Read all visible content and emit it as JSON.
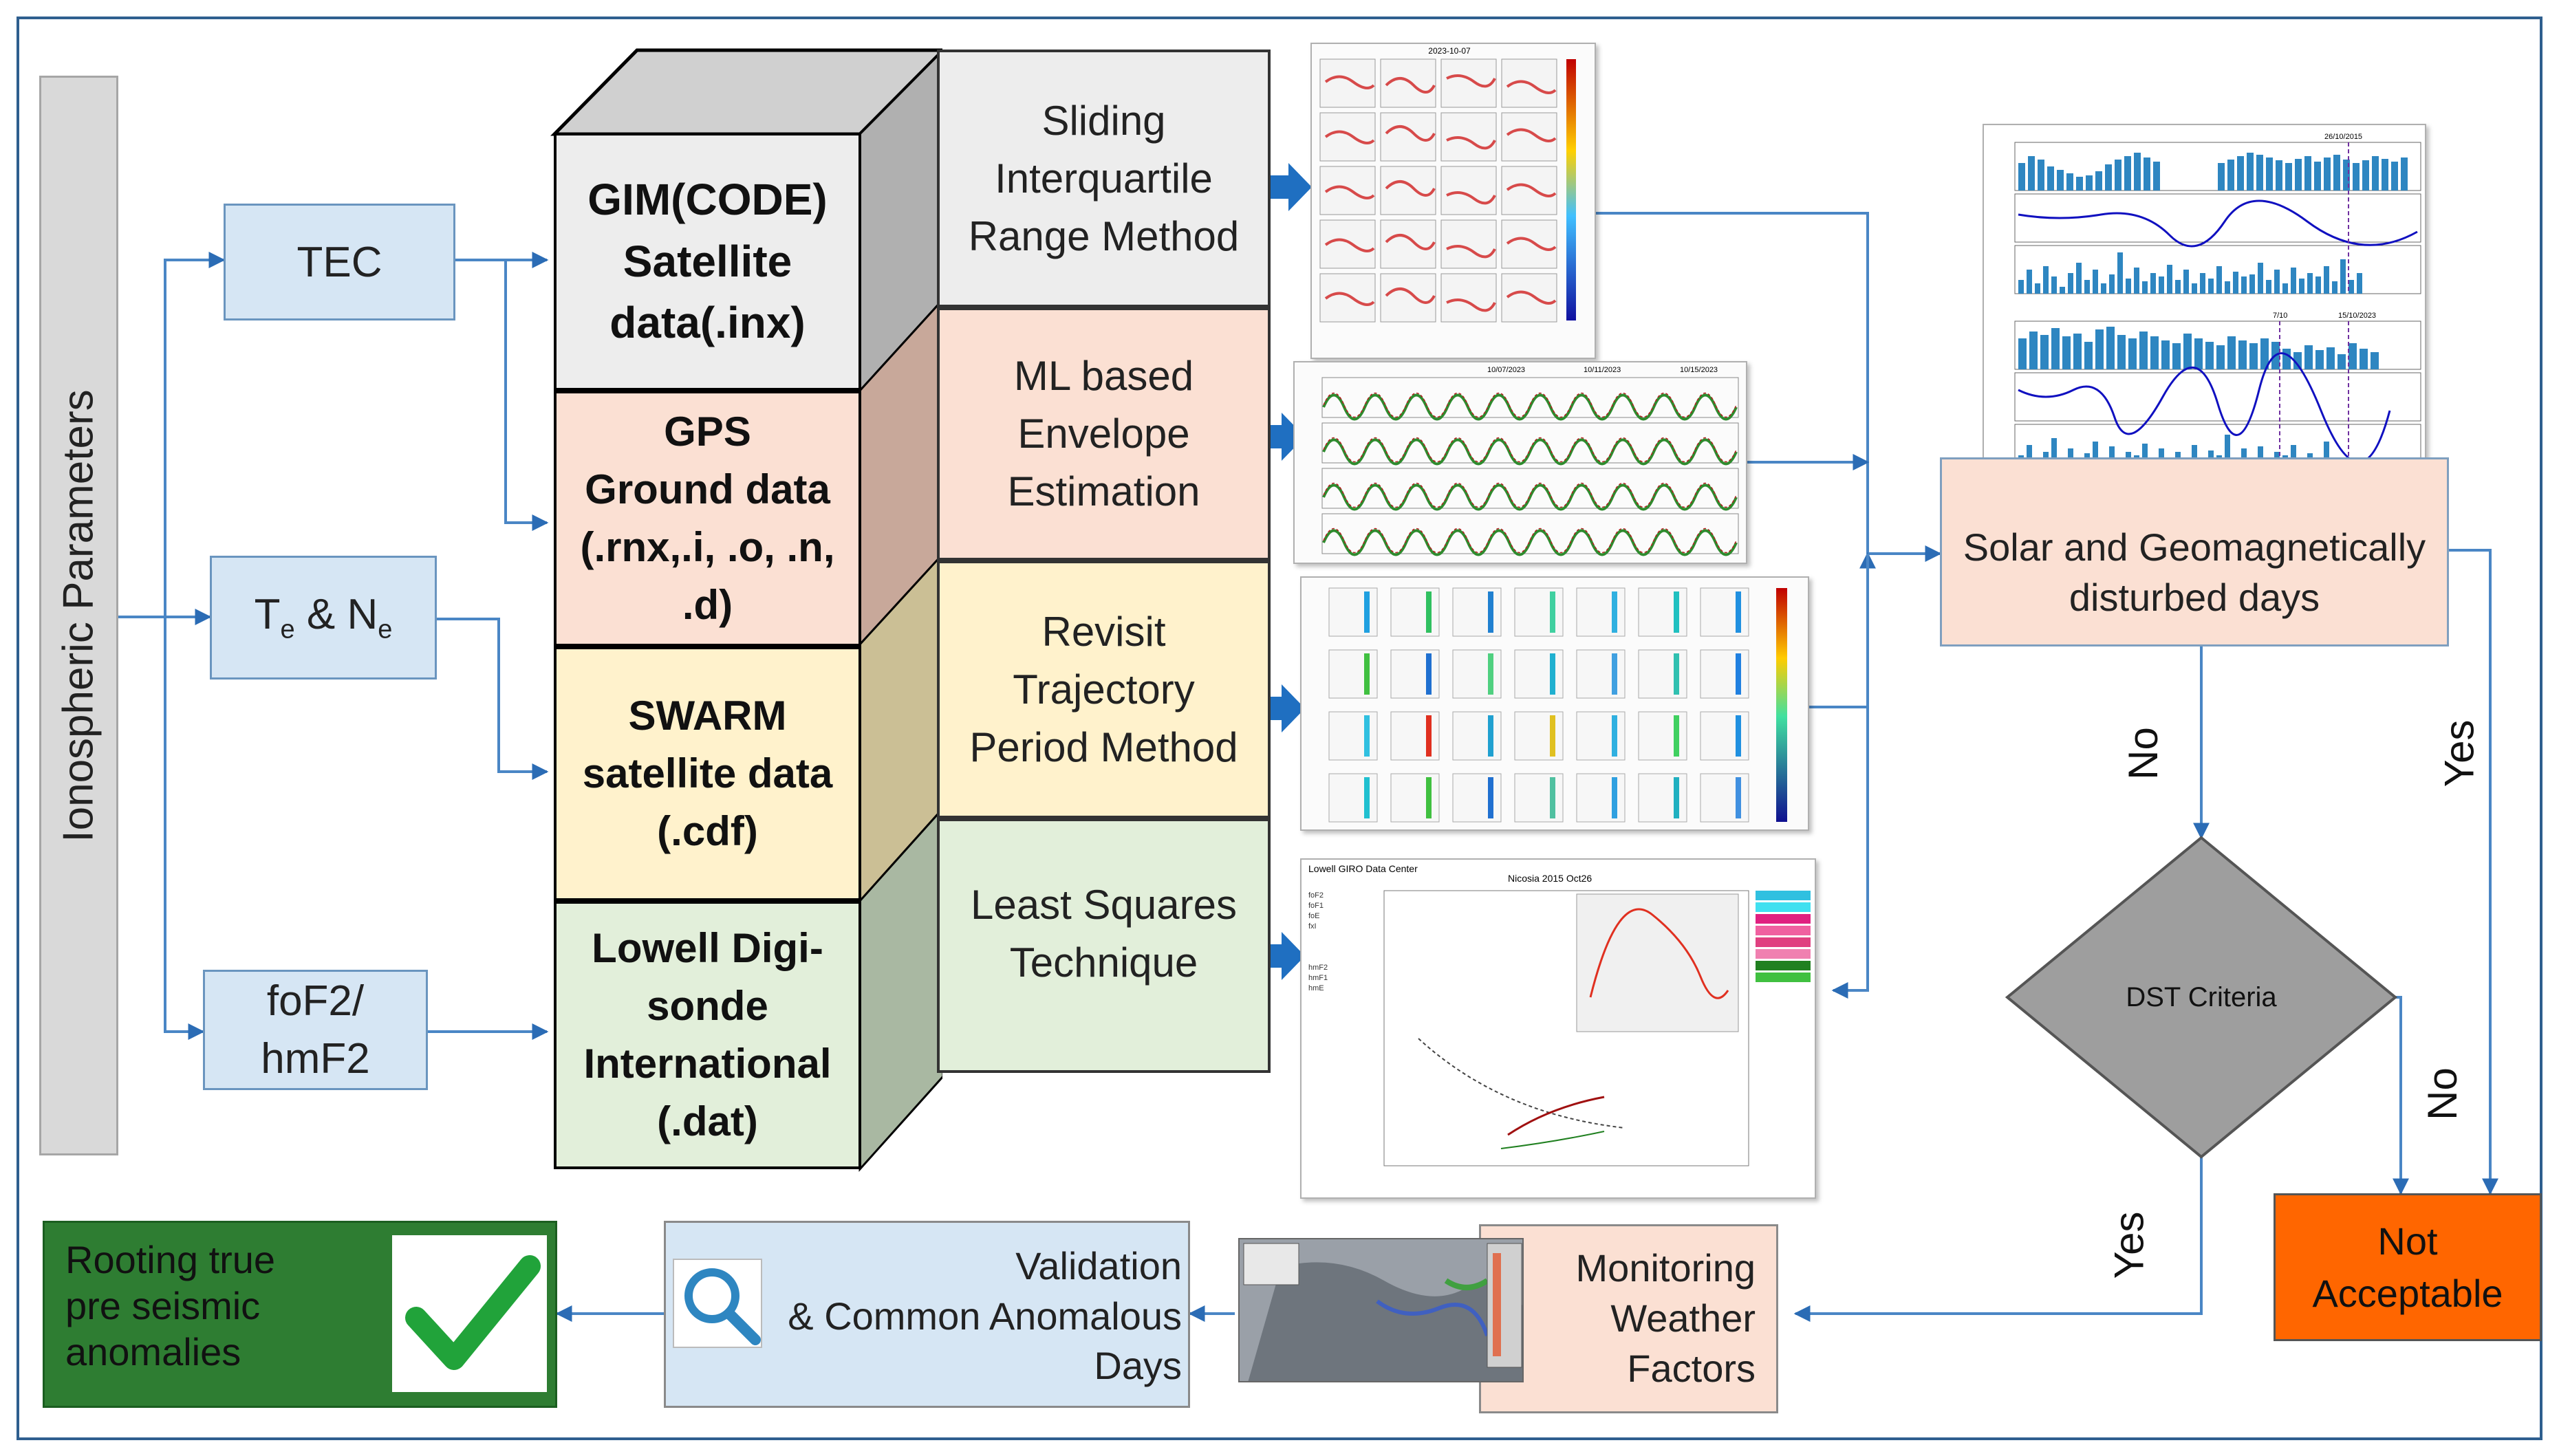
{
  "parameters": {
    "title": "Ionospheric Parameters",
    "tec": "TEC",
    "te_ne": {
      "t": "T",
      "t_sub": "e",
      "amp": " & N",
      "n_sub": "e"
    },
    "fof2": [
      "foF2/",
      "hmF2"
    ]
  },
  "sources": [
    [
      "GIM(CODE)",
      "Satellite",
      "data(.inx)"
    ],
    [
      "GPS",
      "Ground data",
      "(.rnx,.i, .o, .n,",
      ".d)"
    ],
    [
      "SWARM",
      "satellite data",
      "(.cdf)"
    ],
    [
      "Lowell Digi-",
      "sonde",
      "International",
      "(.dat)"
    ]
  ],
  "methods": [
    [
      "Sliding",
      "Interquartile",
      "Range Method"
    ],
    [
      "ML based",
      "Envelope",
      "Estimation"
    ],
    [
      "Revisit",
      "Trajectory",
      "Period Method"
    ],
    [
      "Least Squares",
      "Technique"
    ]
  ],
  "thumbnails": {
    "gim_date": "2023-10-07",
    "gps_dates": [
      "10/07/2023",
      "10/11/2023",
      "10/15/2023"
    ],
    "solar_dates": [
      "26/10/2015",
      "7/10",
      "15/10/2023"
    ],
    "ionogram_title": "Lowell GIRO Data Center",
    "ionogram_station": "Nicosia 2015 Oct26"
  },
  "solar_box": [
    "Solar and Geomagnetically",
    "disturbed days"
  ],
  "decision": {
    "label": "DST Criteria",
    "no_top": "No",
    "yes_top": "Yes",
    "no_right": "No",
    "yes_bottom": "Yes"
  },
  "not_acceptable": [
    "Not",
    "Acceptable"
  ],
  "monitoring": [
    "Monitoring",
    "Weather",
    "Factors"
  ],
  "validation": [
    "Validation",
    "& Common Anomalous",
    "Days"
  ],
  "result": [
    "Rooting true",
    "pre seismic",
    "anomalies"
  ],
  "colors": {
    "arrow": "#1f6fc1",
    "line": "#5b9bd5",
    "gim": "#ededed",
    "gps": "#fbe0d3",
    "swarm": "#fff2cc",
    "lowell": "#e2efda",
    "decision": "#9e9e9e",
    "not_acceptable": "#ff6600",
    "result": "#2e7d32"
  }
}
